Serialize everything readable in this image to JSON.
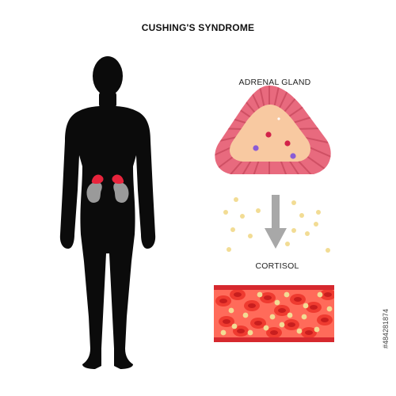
{
  "title": "CUSHING'S SYNDROME",
  "labels": {
    "adrenal_gland": "ADRENAL GLAND",
    "cortisol": "CORTISOL"
  },
  "stock_id": "#484281874",
  "colors": {
    "silhouette": "#0b0b0b",
    "kidney_red": "#e8243c",
    "kidney_gray": "#9a9a9a",
    "gland_outer": "#e86a7e",
    "gland_stripe": "#c84a5e",
    "gland_inner": "#f8c9a1",
    "dot_red": "#d2234a",
    "dot_purple": "#8a5bd6",
    "arrow": "#a8a8a8",
    "cortisol_dot": "#f2dc94",
    "vessel_wall": "#d6282e",
    "vessel_inner": "#ff6b5a",
    "rbc": "#ef3b30",
    "rbc_center": "#c81e1e"
  }
}
